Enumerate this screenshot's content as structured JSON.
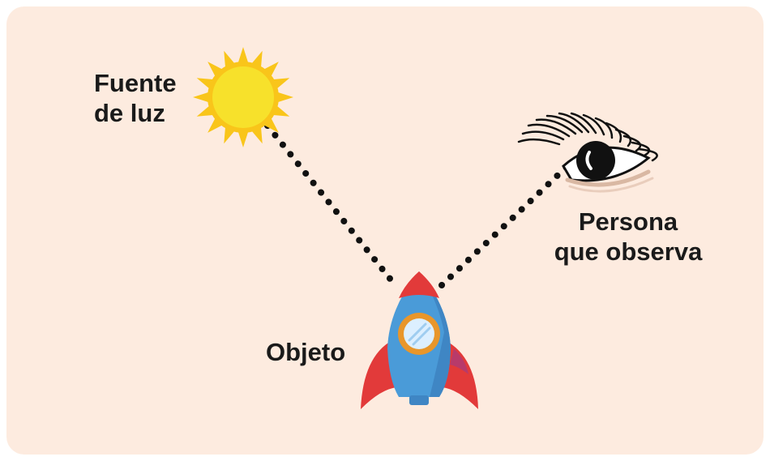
{
  "labels": {
    "light_source_line1": "Fuente",
    "light_source_line2": "de luz",
    "observer_line1": "Persona",
    "observer_line2": "que observa",
    "object": "Objeto"
  },
  "colors": {
    "background": "#fdebdf",
    "sun_rays": "#f9c51a",
    "sun_core": "#f7e12b",
    "rocket_body": "#4a9bd8",
    "rocket_red": "#e23a3a",
    "rocket_window_ring": "#e8962a",
    "dots": "#111111"
  },
  "icons": [
    "sun-icon",
    "eye-icon",
    "rocket-icon"
  ]
}
